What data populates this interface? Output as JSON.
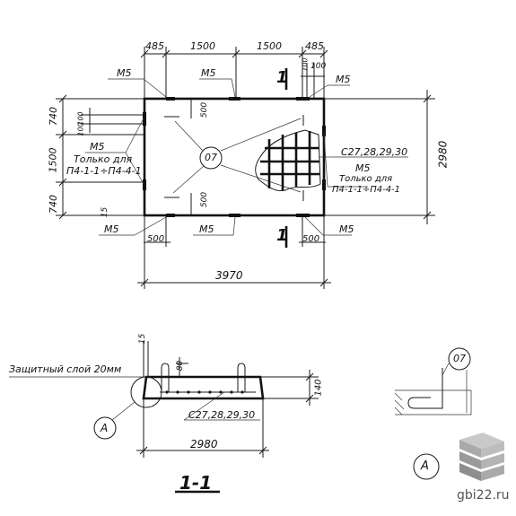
{
  "plan": {
    "dims_top": [
      "485",
      "1500",
      "1500",
      "485"
    ],
    "dims_left": [
      "740",
      "1500",
      "740"
    ],
    "dim_right": "2980",
    "dim_bottom": "3970",
    "dim_small_left": [
      "100",
      "100"
    ],
    "dim_small_top": [
      "100",
      "100"
    ],
    "dim_15": "15",
    "dim_500": [
      "500",
      "500",
      "500",
      "500"
    ],
    "m5_labels": [
      "M5",
      "M5",
      "M5",
      "M5",
      "M5",
      "M5",
      "M5"
    ],
    "note_left_1": "Только для",
    "note_left_2": "П4-1-1÷П4-4-1",
    "note_right_1": "Только для",
    "note_right_2": "П4-1-1÷П4-4-1",
    "mesh_label": "С27,28,29,30",
    "section_mark": "1",
    "callout": "07"
  },
  "section": {
    "cover_label": "Защитный слой 20мм",
    "dim_15": "15",
    "dim_80": "80",
    "dim_140": "140",
    "mesh_label": "С27,28,29,30",
    "dim_width": "2980",
    "detail_ref": "А",
    "title": "1-1"
  },
  "detail": {
    "callout": "07",
    "ref": "А"
  },
  "watermark": {
    "text": "gbi22.ru"
  }
}
